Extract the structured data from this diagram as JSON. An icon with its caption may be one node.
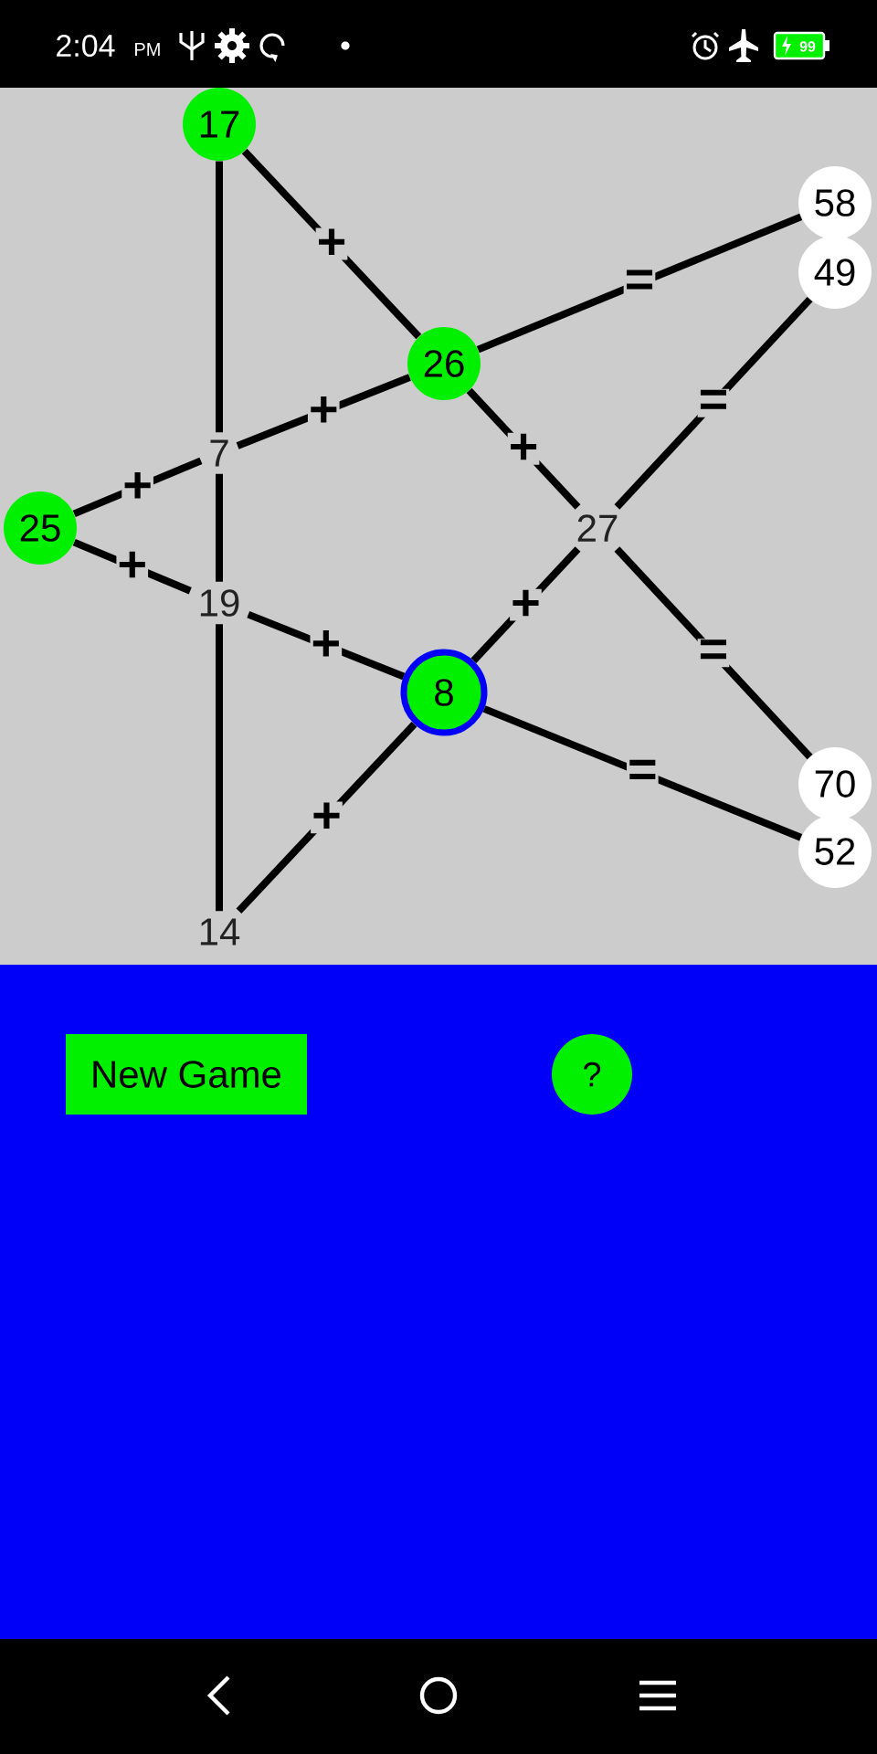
{
  "diagram": {
    "nodes": [
      {
        "text": [
          "17"
        ]
      },
      {
        "text": [
          "58"
        ]
      },
      {
        "text": [
          "49"
        ]
      },
      {
        "text": [
          "26"
        ]
      },
      {
        "text": [
          "7"
        ]
      },
      {
        "text": [
          "25"
        ]
      },
      {
        "text": [
          "27"
        ]
      },
      {
        "text": [
          "19"
        ]
      },
      {
        "text": [
          "8"
        ]
      },
      {
        "text": [
          "70"
        ]
      },
      {
        "text": [
          "52"
        ]
      },
      {
        "text": [
          "14"
        ]
      },
      {
        "text": [
          "New Game"
        ]
      },
      {
        "text": [
          "?"
        ]
      }
    ],
    "edges": [
      {
        "from": 0,
        "to": 4,
        "arrow": "none"
      },
      {
        "from": 0,
        "to": 3,
        "arrow": "none",
        "label": "+"
      },
      {
        "from": 3,
        "to": 1,
        "arrow": "none",
        "label": "="
      },
      {
        "from": 4,
        "to": 3,
        "arrow": "none",
        "label": "+"
      },
      {
        "from": 5,
        "to": 4,
        "arrow": "none",
        "label": "+"
      },
      {
        "from": 6,
        "to": 2,
        "arrow": "none",
        "label": "="
      },
      {
        "from": 3,
        "to": 6,
        "arrow": "none",
        "label": "+"
      },
      {
        "from": 5,
        "to": 7,
        "arrow": "none",
        "label": "+"
      },
      {
        "from": 4,
        "to": 7,
        "arrow": "none"
      },
      {
        "from": 8,
        "to": 6,
        "arrow": "none",
        "label": "+"
      },
      {
        "from": 6,
        "to": 9,
        "arrow": "none",
        "label": "="
      },
      {
        "from": 7,
        "to": 8,
        "arrow": "none",
        "label": "+"
      },
      {
        "from": 8,
        "to": 10,
        "arrow": "none",
        "label": "="
      },
      {
        "from": 7,
        "to": 11,
        "arrow": "none"
      },
      {
        "from": 11,
        "to": 8,
        "arrow": "none",
        "label": "+"
      }
    ],
    "labels": [
      "2:04",
      "PM",
      "99"
    ]
  }
}
